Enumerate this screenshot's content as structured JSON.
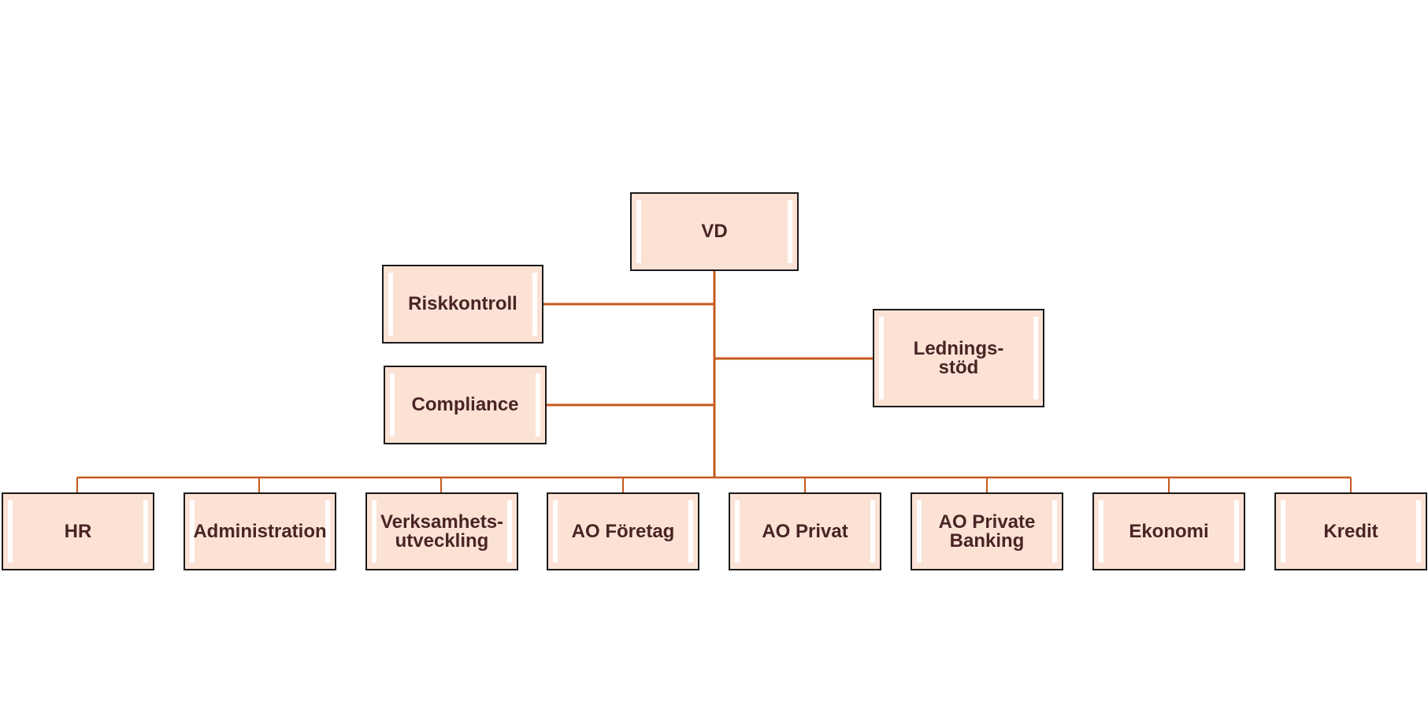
{
  "colors": {
    "connector": "#C55A1E",
    "box_fill": "#FBE2D5",
    "box_border": "#1A1A1A",
    "text": "#4A2424"
  },
  "nodes": {
    "vd": "VD",
    "riskkontroll": "Riskkontroll",
    "compliance": "Compliance",
    "ledningsstod": "Lednings-\nstöd",
    "hr": "HR",
    "administration": "Administration",
    "verksamhetsutveckling": "Verksamhets-\nutveckling",
    "ao_foretag": "AO Företag",
    "ao_privat": "AO Privat",
    "ao_private_banking": "AO Private\nBanking",
    "ekonomi": "Ekonomi",
    "kredit": "Kredit"
  }
}
